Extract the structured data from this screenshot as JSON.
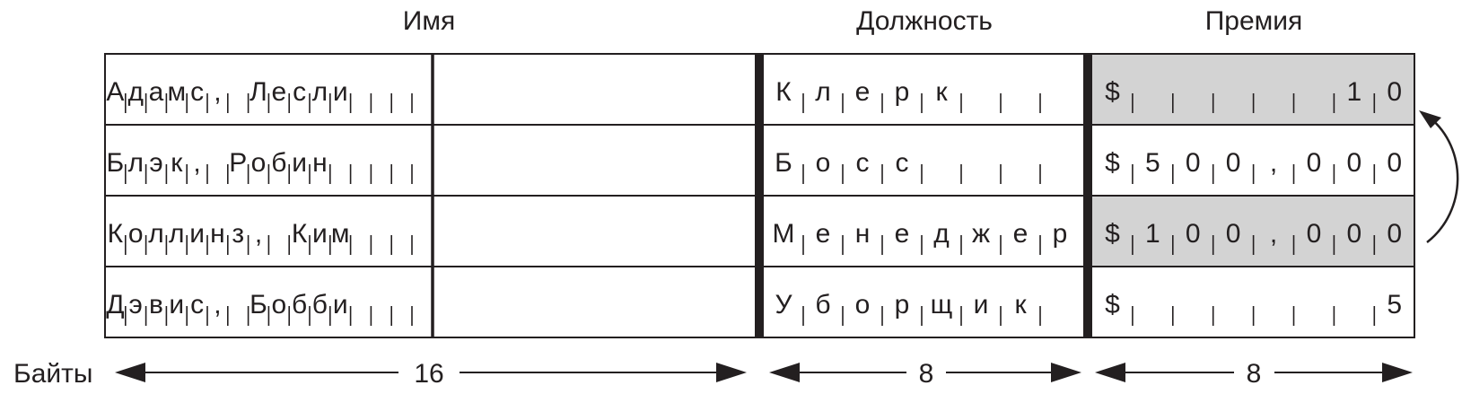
{
  "headers": {
    "name": "Имя",
    "position": "Должность",
    "bonus": "Премия"
  },
  "fields": {
    "name_bytes": 16,
    "position_bytes": 8,
    "bonus_bytes": 8
  },
  "rows": [
    {
      "name": "Адамс, Лесли",
      "name_chars": [
        "А",
        "д",
        "а",
        "м",
        "с",
        ",",
        "",
        "Л",
        "е",
        "с",
        "л",
        "и",
        "",
        "",
        "",
        ""
      ],
      "position_chars": [
        "К",
        "л",
        "е",
        "р",
        "к",
        "",
        "",
        ""
      ],
      "bonus_chars": [
        "$",
        "",
        "",
        "",
        "",
        "",
        "1",
        "0"
      ],
      "highlighted": true
    },
    {
      "name": "Блэк, Робин",
      "name_chars": [
        "Б",
        "л",
        "э",
        "к",
        ",",
        "",
        "Р",
        "о",
        "б",
        "и",
        "н",
        "",
        "",
        "",
        "",
        ""
      ],
      "position_chars": [
        "Б",
        "о",
        "с",
        "с",
        "",
        "",
        "",
        ""
      ],
      "bonus_chars": [
        "$",
        "5",
        "0",
        "0",
        ",",
        "0",
        "0",
        "0"
      ],
      "highlighted": false
    },
    {
      "name": "Коллинз, Ким",
      "name_chars": [
        "К",
        "о",
        "л",
        "л",
        "и",
        "н",
        "з",
        ",",
        "",
        "К",
        "и",
        "м",
        "",
        "",
        "",
        ""
      ],
      "position_chars": [
        "М",
        "е",
        "н",
        "е",
        "д",
        "ж",
        "е",
        "р"
      ],
      "bonus_chars": [
        "$",
        "1",
        "0",
        "0",
        ",",
        "0",
        "0",
        "0"
      ],
      "highlighted": true
    },
    {
      "name": "Дэвис, Бобби",
      "name_chars": [
        "Д",
        "э",
        "в",
        "и",
        "с",
        ",",
        "",
        "Б",
        "о",
        "б",
        "б",
        "и",
        "",
        "",
        "",
        ""
      ],
      "position_chars": [
        "У",
        "б",
        "о",
        "р",
        "щ",
        "и",
        "к",
        ""
      ],
      "bonus_chars": [
        "$",
        "",
        "",
        "",
        "",
        "",
        "",
        "5"
      ],
      "highlighted": false
    }
  ],
  "footer": {
    "bytes_label": "Байты",
    "name_width": "16",
    "position_width": "8",
    "bonus_width": "8"
  },
  "colors": {
    "ink": "#231f20",
    "highlight": "#d3d3d3",
    "background": "#ffffff"
  }
}
